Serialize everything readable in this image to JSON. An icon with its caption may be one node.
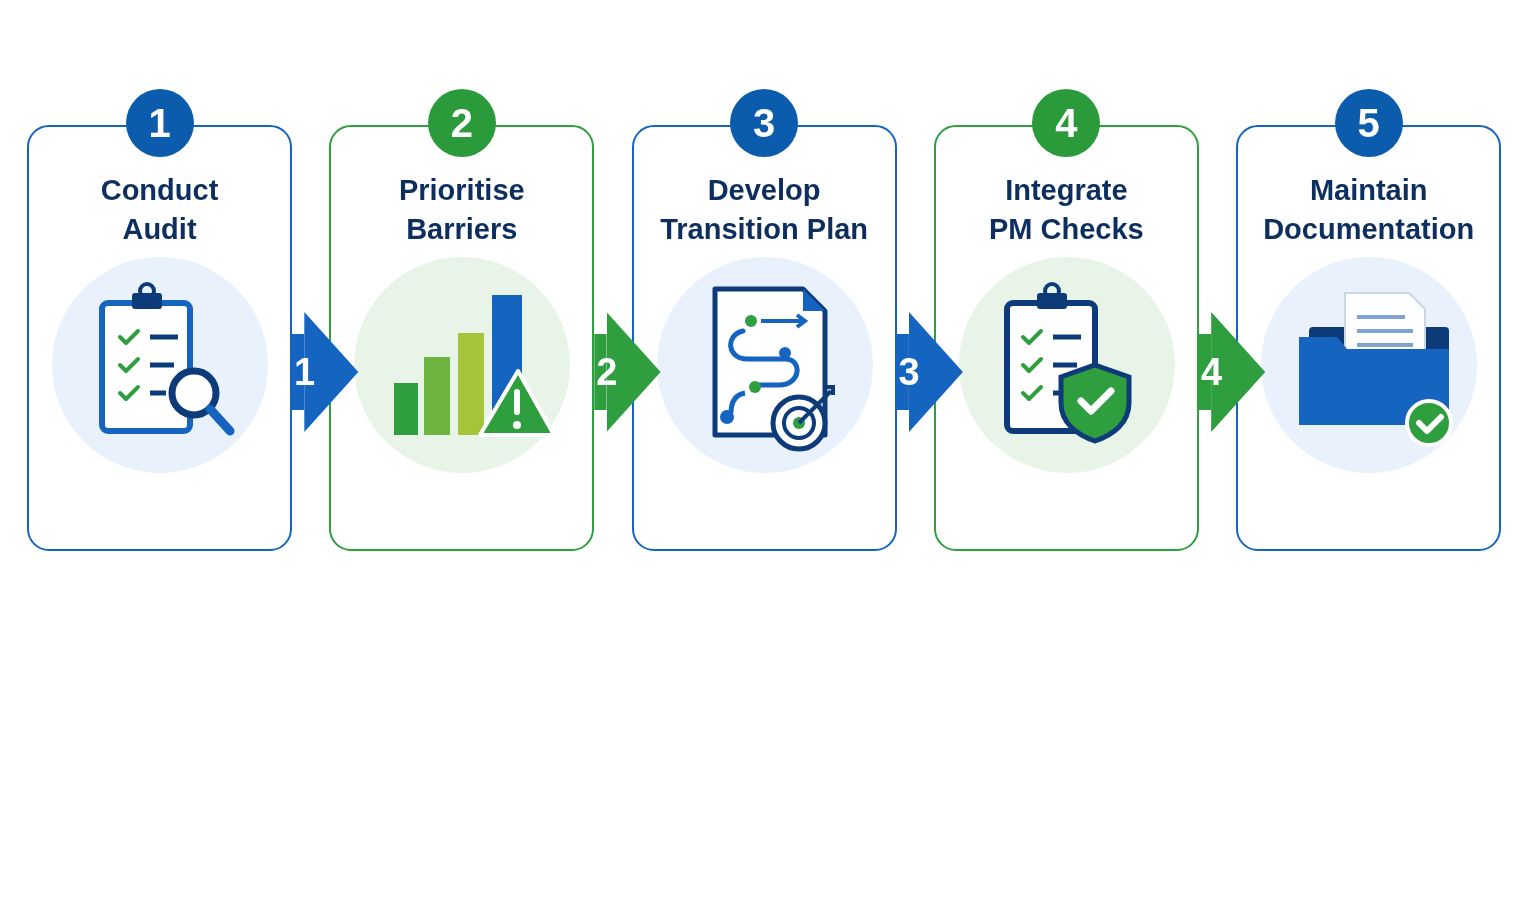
{
  "diagram": {
    "nodes": [
      {
        "text": [
          "1",
          "Conduct Audit"
        ]
      },
      {
        "text": [
          "2",
          "Prioritise Barriers"
        ]
      },
      {
        "text": [
          "3",
          "Develop Transition Plan"
        ]
      },
      {
        "text": [
          "4",
          "Integrate PM Checks"
        ]
      },
      {
        "text": [
          "5",
          "Maintain Documentation"
        ]
      }
    ],
    "edges": [
      {
        "from": 0,
        "to": 1,
        "arrow": "to",
        "label": "1",
        "color": "#1565c0"
      },
      {
        "from": 1,
        "to": 2,
        "arrow": "to",
        "label": "2",
        "color": "#2e9e3e"
      },
      {
        "from": 2,
        "to": 3,
        "arrow": "to",
        "label": "3",
        "color": "#1565c0"
      },
      {
        "from": 3,
        "to": 4,
        "arrow": "to",
        "label": "4",
        "color": "#2e9e3e"
      }
    ]
  }
}
